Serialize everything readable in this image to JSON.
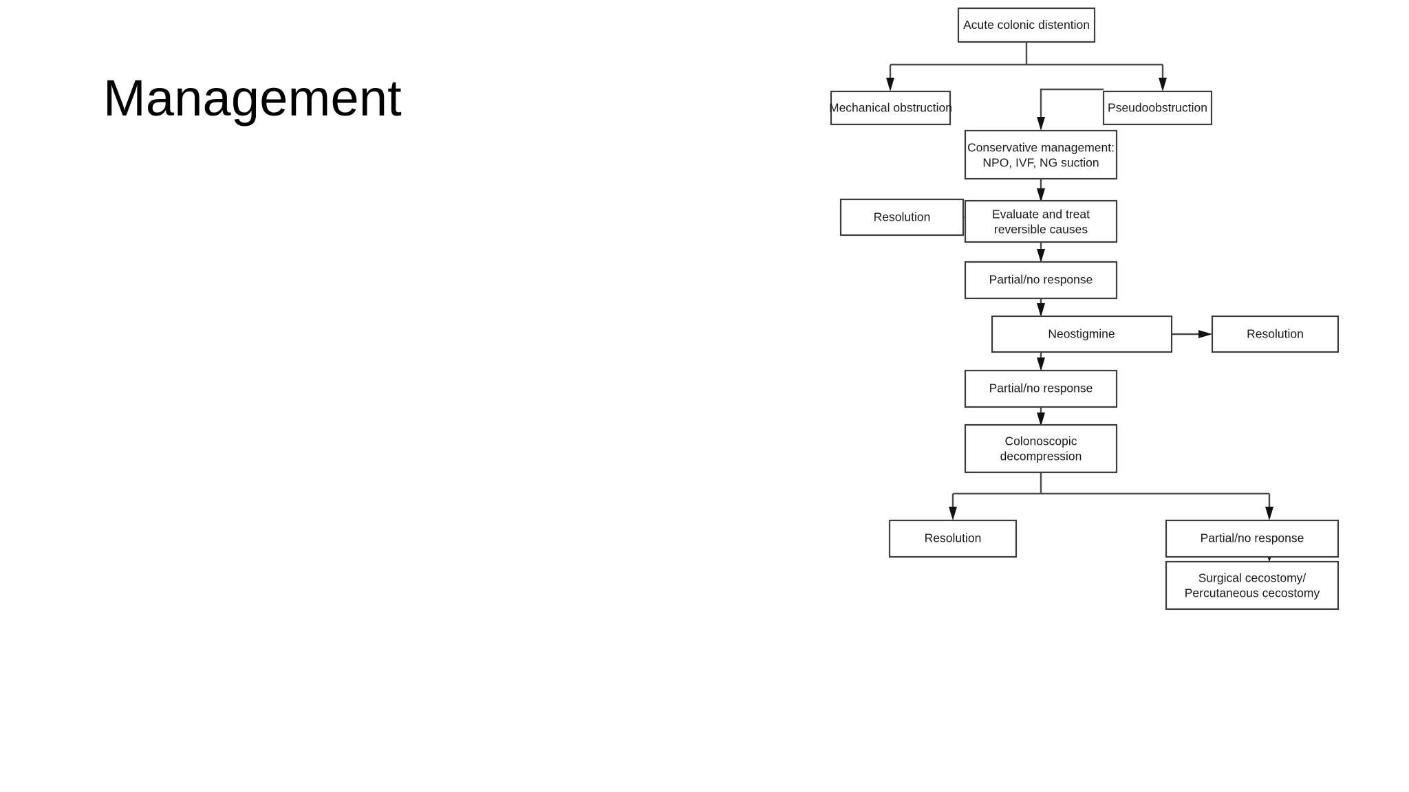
{
  "slide": {
    "title": "Management",
    "background_color": "#ffffff",
    "text_color": "#000000"
  },
  "figure": {
    "name": "acute-colonic-distention-management-algorithm",
    "box_fill": "#ffffff",
    "box_stroke": "#3c3c3c",
    "line_color": "#4a4a4a",
    "arrow_color": "#111111"
  },
  "nodes": {
    "acute_colonic_distention": "Acute colonic distention",
    "mechanical_obstruction": "Mechanical obstruction",
    "pseudoobstruction": "Pseudoobstruction",
    "conservative_management_line1": "Conservative management:",
    "conservative_management_line2": "NPO, IVF, NG suction",
    "resolution_1": "Resolution",
    "evaluate_treat_line1": "Evaluate and treat",
    "evaluate_treat_line2": "reversible causes",
    "partial_no_response_1": "Partial/no response",
    "neostigmine": "Neostigmine",
    "resolution_2": "Resolution",
    "partial_no_response_2": "Partial/no response",
    "colonoscopic_decompression_line1": "Colonoscopic",
    "colonoscopic_decompression_line2": "decompression",
    "resolution_3": "Resolution",
    "partial_no_response_3": "Partial/no response",
    "cecostomy_line1": "Surgical cecostomy/",
    "cecostomy_line2": "Percutaneous cecostomy"
  },
  "chart_data": {
    "type": "diagram",
    "title": "Management of acute colonic distention",
    "diagram_kind": "flowchart",
    "steps": [
      {
        "id": "acute_colonic_distention",
        "label": "Acute colonic distention",
        "level": 0
      },
      {
        "id": "mechanical_obstruction",
        "label": "Mechanical obstruction",
        "level": 1
      },
      {
        "id": "pseudoobstruction",
        "label": "Pseudoobstruction",
        "level": 1
      },
      {
        "id": "conservative_management",
        "label": "Conservative management: NPO, IVF, NG suction",
        "level": 2
      },
      {
        "id": "evaluate_treat",
        "label": "Evaluate and treat reversible causes",
        "level": 3
      },
      {
        "id": "resolution_1",
        "label": "Resolution",
        "level": 3,
        "terminal": true
      },
      {
        "id": "partial_no_response_1",
        "label": "Partial/no response",
        "level": 4
      },
      {
        "id": "neostigmine",
        "label": "Neostigmine",
        "level": 5
      },
      {
        "id": "resolution_2",
        "label": "Resolution",
        "level": 5,
        "terminal": true
      },
      {
        "id": "partial_no_response_2",
        "label": "Partial/no response",
        "level": 6
      },
      {
        "id": "colonoscopic_decompression",
        "label": "Colonoscopic decompression",
        "level": 7
      },
      {
        "id": "resolution_3",
        "label": "Resolution",
        "level": 8,
        "terminal": true
      },
      {
        "id": "partial_no_response_3",
        "label": "Partial/no response",
        "level": 8
      },
      {
        "id": "cecostomy",
        "label": "Surgical cecostomy/ Percutaneous cecostomy",
        "level": 9,
        "terminal": true
      }
    ],
    "edges": [
      {
        "from": "acute_colonic_distention",
        "to": "mechanical_obstruction"
      },
      {
        "from": "acute_colonic_distention",
        "to": "pseudoobstruction"
      },
      {
        "from": "pseudoobstruction",
        "to": "conservative_management"
      },
      {
        "from": "conservative_management",
        "to": "evaluate_treat"
      },
      {
        "from": "evaluate_treat",
        "to": "resolution_1"
      },
      {
        "from": "evaluate_treat",
        "to": "partial_no_response_1"
      },
      {
        "from": "partial_no_response_1",
        "to": "neostigmine"
      },
      {
        "from": "neostigmine",
        "to": "resolution_2"
      },
      {
        "from": "neostigmine",
        "to": "partial_no_response_2"
      },
      {
        "from": "partial_no_response_2",
        "to": "colonoscopic_decompression"
      },
      {
        "from": "colonoscopic_decompression",
        "to": "resolution_3"
      },
      {
        "from": "colonoscopic_decompression",
        "to": "partial_no_response_3"
      },
      {
        "from": "partial_no_response_3",
        "to": "cecostomy"
      }
    ]
  }
}
